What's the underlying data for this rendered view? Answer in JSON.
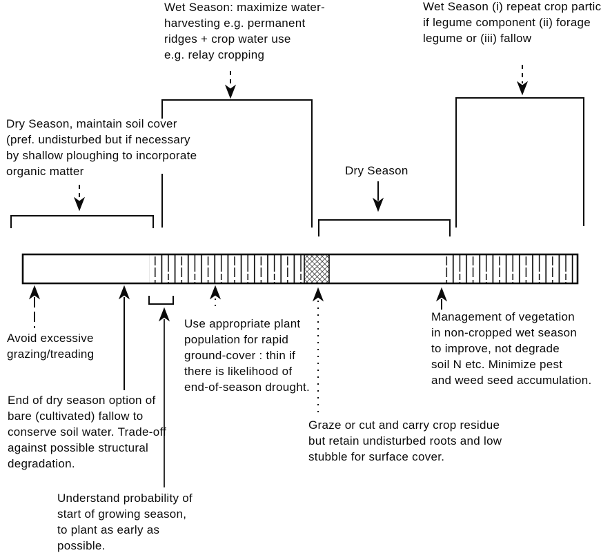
{
  "figure": {
    "type": "seasonal land-management timeline diagram",
    "background_color": "#ffffff",
    "ink_color": "#0b0b0b"
  },
  "annotations": {
    "wet_season_main": {
      "lines": [
        "Wet Season: maximize water-",
        "harvesting e.g. permanent",
        "ridges + crop water use",
        "e.g. relay cropping"
      ]
    },
    "wet_season_repeat": {
      "lines": [
        "Wet Season (i) repeat crop partic",
        "if legume component (ii) forage",
        "legume or (iii) fallow"
      ]
    },
    "dry_season_maintain": {
      "lines": [
        "Dry Season, maintain soil cover",
        "(pref. undisturbed but if necessary",
        "by shallow ploughing to incorporate",
        "organic matter"
      ]
    },
    "dry_season_label": {
      "lines": [
        "Dry Season"
      ]
    },
    "avoid_grazing": {
      "lines": [
        "Avoid excessive",
        "grazing/treading"
      ]
    },
    "end_of_dry_season": {
      "lines": [
        "End of dry season option of",
        "bare (cultivated) fallow to",
        "conserve soil water. Trade-off",
        "against possible structural",
        "degradation."
      ]
    },
    "plant_population": {
      "lines": [
        "Use appropriate plant",
        "population for rapid",
        "ground-cover : thin if",
        "there is likelihood of",
        "end-of-season drought."
      ]
    },
    "understand_probability": {
      "lines": [
        "Understand probability of",
        "start of growing season,",
        "to plant as early as",
        "possible."
      ]
    },
    "graze_or_cut": {
      "lines": [
        "Graze or cut and carry crop residue",
        "but retain undisturbed roots and low",
        "stubble for surface cover."
      ]
    },
    "management_vegetation": {
      "lines": [
        "Management of vegetation",
        "in non-cropped wet season",
        "to improve, not degrade",
        "soil N etc. Minimize pest",
        "and weed seed accumulation."
      ]
    }
  },
  "timeline_bar": {
    "segments": [
      {
        "pattern": "plain"
      },
      {
        "pattern": "vertical-stripes"
      },
      {
        "pattern": "crosshatch"
      },
      {
        "pattern": "plain"
      },
      {
        "pattern": "vertical-stripes"
      }
    ]
  }
}
